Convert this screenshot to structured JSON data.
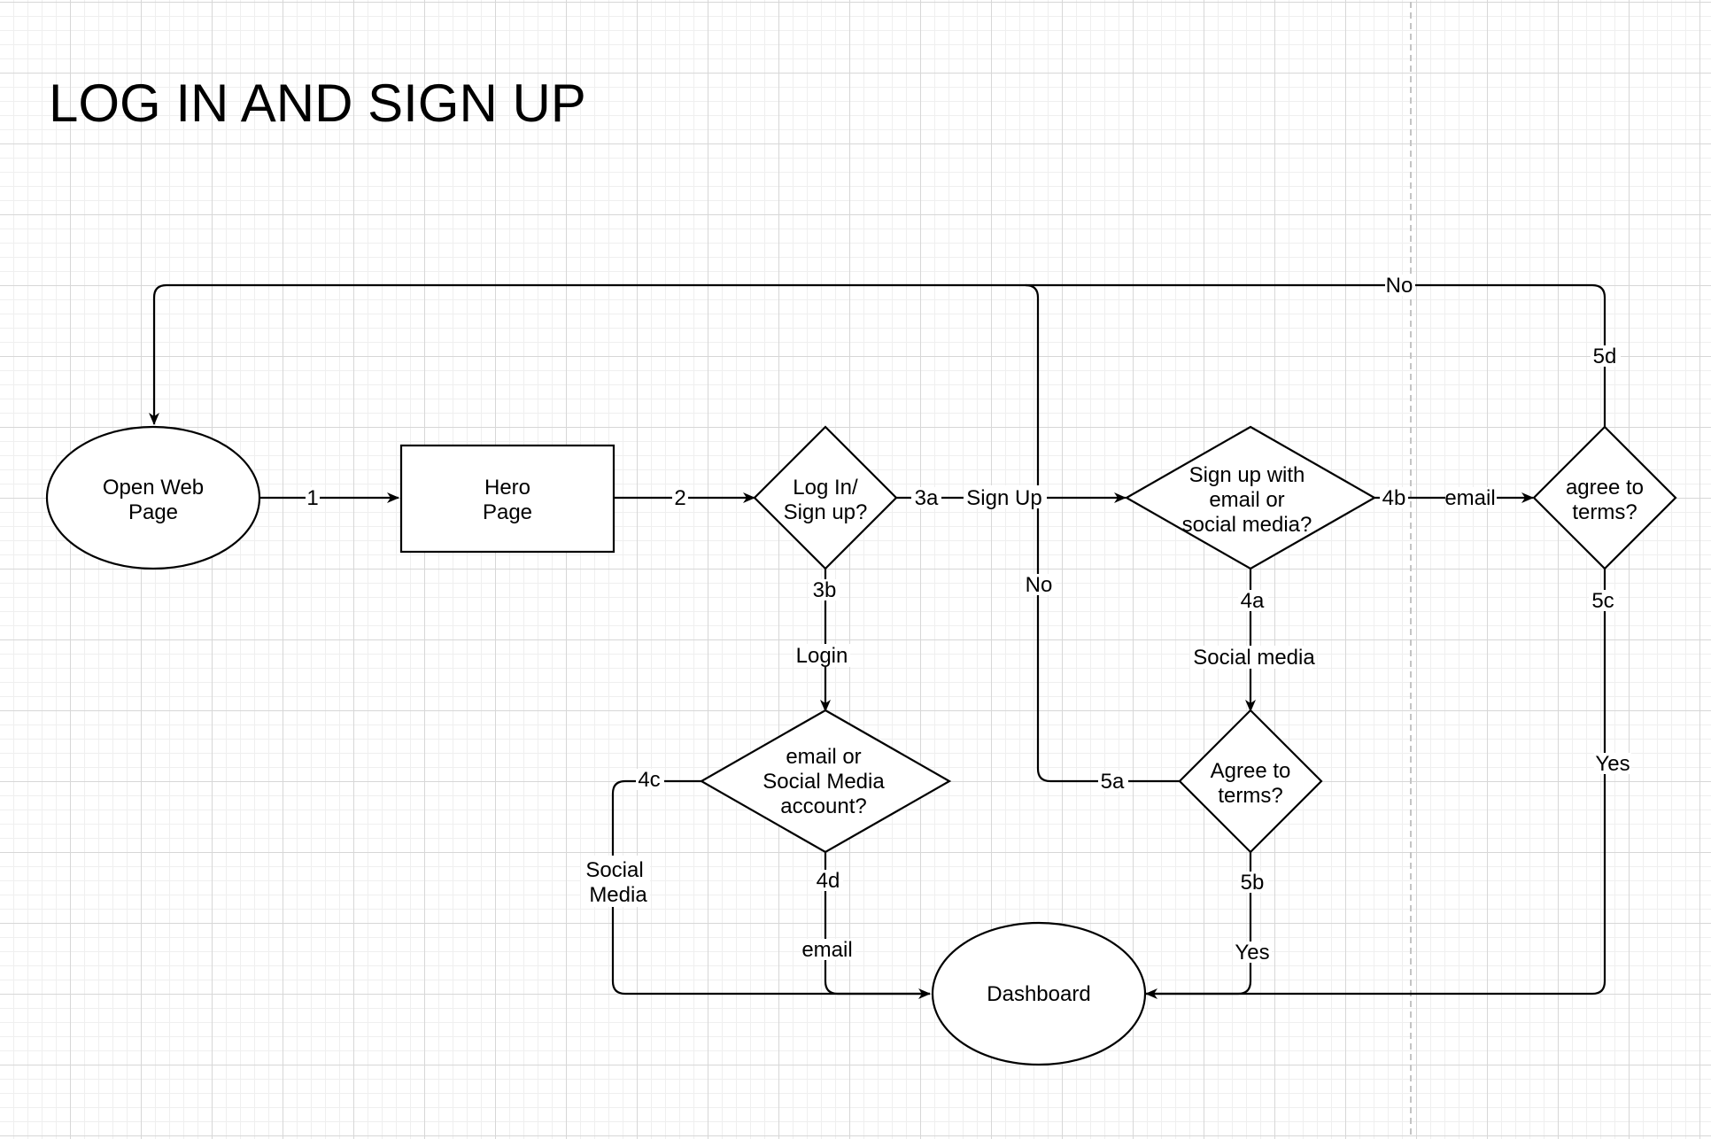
{
  "title": "LOG IN AND SIGN UP",
  "nodes": {
    "open_web_page": [
      "Open Web",
      "Page"
    ],
    "hero_page": [
      "Hero",
      "Page"
    ],
    "login_signup": [
      "Log In/",
      "Sign up?"
    ],
    "signup_method": [
      "Sign up with",
      "email or",
      "social media?"
    ],
    "agree_terms_email": [
      "agree to",
      "terms?"
    ],
    "login_method": [
      "email or",
      "Social Media",
      "account?"
    ],
    "agree_terms_social": [
      "Agree to",
      "terms?"
    ],
    "dashboard": [
      "Dashboard"
    ]
  },
  "edge_labels": {
    "e1": "1",
    "e2": "2",
    "e3a": "3a",
    "sign_up": "Sign Up",
    "e4b": "4b",
    "email_top": "email",
    "e5d": "5d",
    "no_top": "No",
    "e5c": "5c",
    "yes_right": "Yes",
    "e3b": "3b",
    "login": "Login",
    "e4a": "4a",
    "social_media": "Social media",
    "no_mid": "No",
    "e5a": "5a",
    "e4c": "4c",
    "social_media_left": [
      "Social",
      "Media"
    ],
    "e4d": "4d",
    "email_bottom": "email",
    "e5b": "5b",
    "yes_bottom": "Yes"
  }
}
